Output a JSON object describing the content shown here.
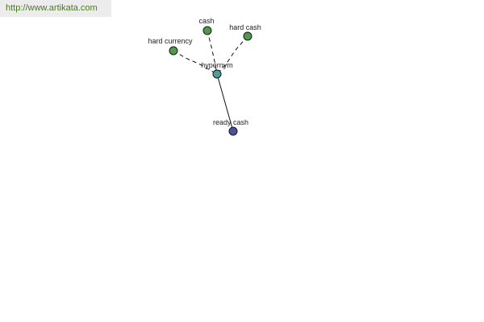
{
  "source_link": "http://www.artikata.com",
  "graph": {
    "nodes": [
      {
        "id": "hard-currency",
        "label": "hard currency",
        "color": "#4e9a4a"
      },
      {
        "id": "cash",
        "label": "cash",
        "color": "#4e9a4a"
      },
      {
        "id": "hard-cash",
        "label": "hard cash",
        "color": "#4e9a4a"
      },
      {
        "id": "hypernym",
        "label": "hypernym",
        "color": "#4f9c9c"
      },
      {
        "id": "ready-cash",
        "label": "ready cash",
        "color": "#4b4fa0"
      }
    ],
    "edges": [
      {
        "from": "hard-currency",
        "to": "hypernym",
        "style": "dashed"
      },
      {
        "from": "cash",
        "to": "hypernym",
        "style": "dashed"
      },
      {
        "from": "hard-cash",
        "to": "hypernym",
        "style": "dashed"
      },
      {
        "from": "hypernym",
        "to": "ready-cash",
        "style": "solid"
      }
    ]
  }
}
